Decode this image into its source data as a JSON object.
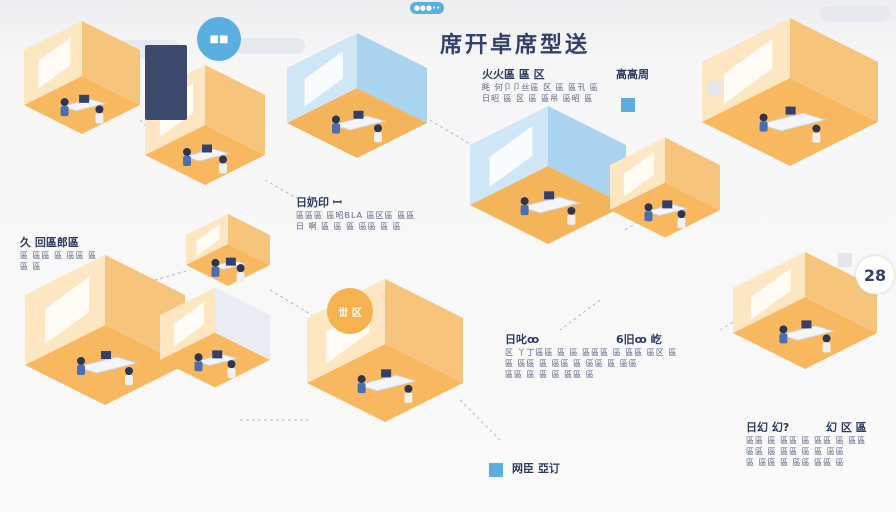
{
  "header": {
    "title": "席幵卓席型送",
    "pill": "●●●••"
  },
  "colors": {
    "orange": "#f3a94a",
    "blue": "#5aaee0",
    "navy": "#34406a",
    "wall_light": "#fbe3bd",
    "floor": "#f7b860"
  },
  "labels": [
    {
      "title": "火火區 區 区",
      "lines": [
        "眊 何卩卩丝區 区 區 區卂 區",
        "日昭 區 区 區 區吊 區昭 區"
      ]
    },
    {
      "title": "高高周",
      "lines": []
    },
    {
      "title": "日奶印 ꟷ",
      "lines": [
        "區區區 區昭BLA 區区區 區區",
        "日 啊 區 區 區 區區 區 區"
      ]
    },
    {
      "title": "久 回區郎區",
      "lines": [
        "區 區區 區 區區 區",
        "區 區"
      ]
    },
    {
      "title": "日叱ꝏ",
      "lines": [
        "区 丫丁區區 區 區 區區區 區 區區 區区 區",
        "區 區區 區 區區 區 區區 區 區區",
        "區區 區 區 區 區區 區"
      ]
    },
    {
      "title": "6旧ꝏ 屹",
      "lines": []
    },
    {
      "title": "日幻 幻?",
      "lines": [
        "區區 區 區區 區 區區 區 區區",
        "區區 區 區區 區 區 區區",
        "區 區區 區 區區 區區 區"
      ]
    },
    {
      "title": "幻 区 區",
      "lines": []
    },
    {
      "title": "网臣 亞订",
      "lines": []
    }
  ],
  "badges": {
    "blue_circle": "■■",
    "orange_circle": "丗 区",
    "number_circle": "28"
  }
}
